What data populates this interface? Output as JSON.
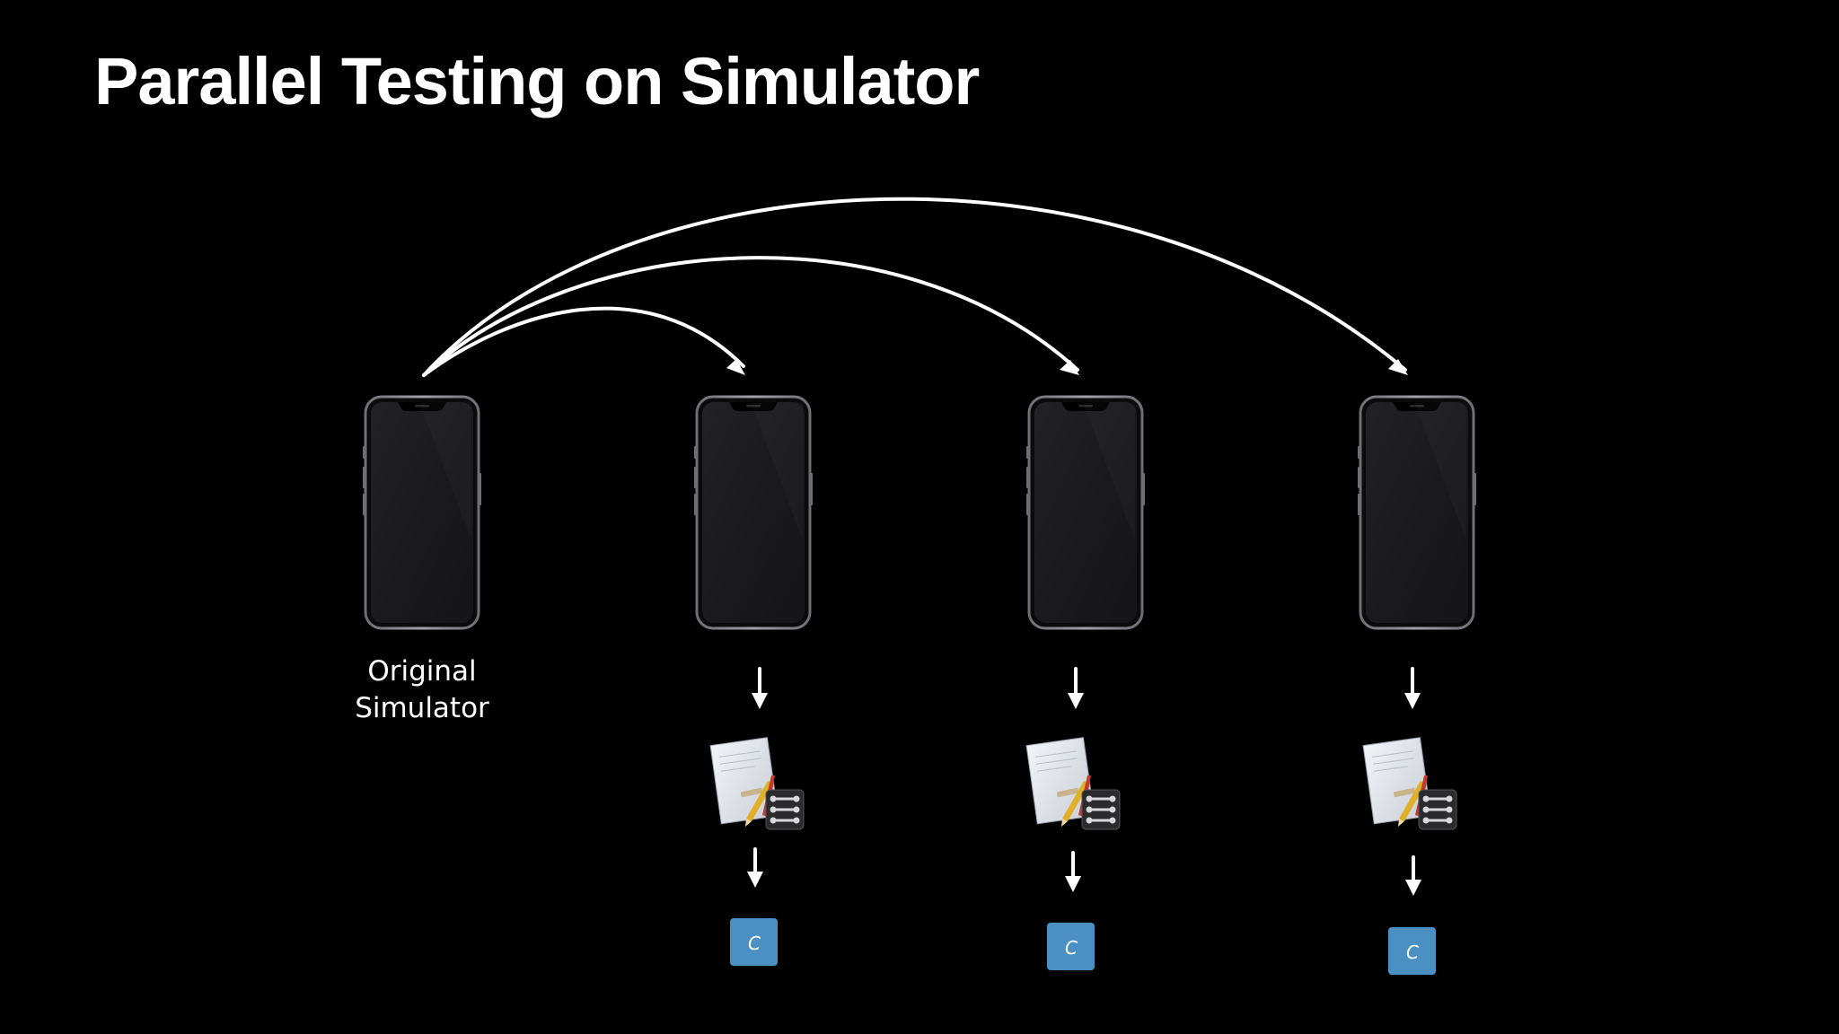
{
  "slide": {
    "title": "Parallel Testing on Simulator"
  },
  "original": {
    "label_line1": "Original",
    "label_line2": "Simulator"
  },
  "clones": [
    {
      "result_label": "C"
    },
    {
      "result_label": "C"
    },
    {
      "result_label": "C"
    }
  ],
  "colors": {
    "background": "#000000",
    "text": "#ffffff",
    "arrow": "#ffffff",
    "phone_frame": "#8e8e93",
    "phone_screen": "#1c1c1e",
    "result_chip": "#4a90c2"
  },
  "icons": {
    "device": "iphone-icon",
    "test_runner": "xcode-test-runner-icon",
    "result": "c-source-file-icon"
  }
}
